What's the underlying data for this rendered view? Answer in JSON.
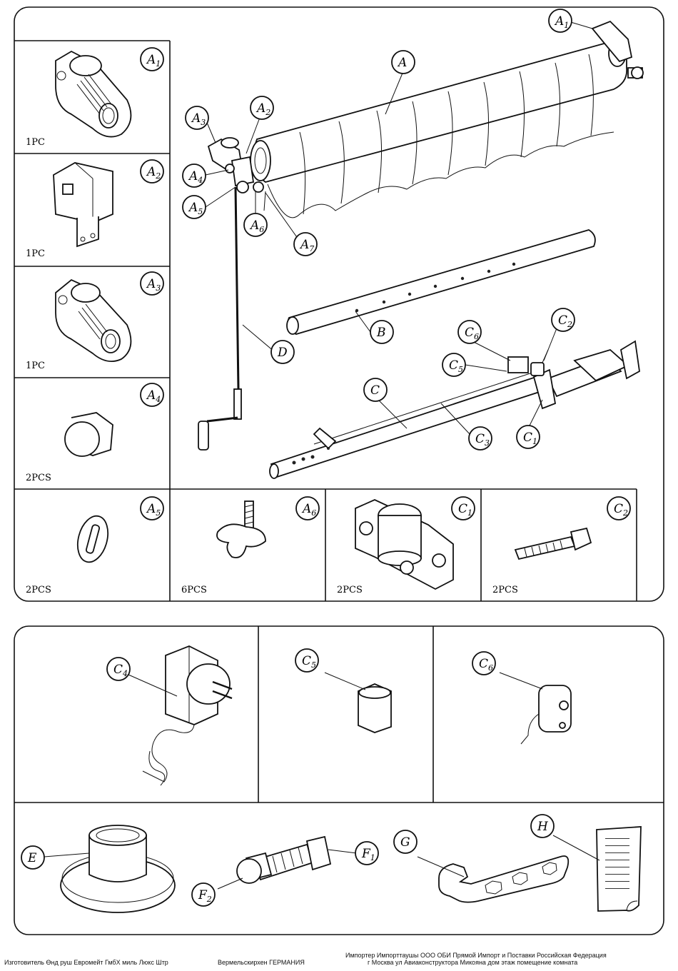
{
  "panels": {
    "a1": {
      "letter": "A",
      "index": "1",
      "qty": "1PC"
    },
    "a2": {
      "letter": "A",
      "index": "2",
      "qty": "1PC"
    },
    "a3": {
      "letter": "A",
      "index": "3",
      "qty": "1PC"
    },
    "a4": {
      "letter": "A",
      "index": "4",
      "qty": "2PCS"
    },
    "a5": {
      "letter": "A",
      "index": "5",
      "qty": "2PCS"
    },
    "a6": {
      "letter": "A",
      "index": "6",
      "qty": "6PCS"
    },
    "c1": {
      "letter": "C",
      "index": "1",
      "qty": "2PCS"
    },
    "c2": {
      "letter": "C",
      "index": "2",
      "qty": "2PCS"
    }
  },
  "callouts": {
    "A": {
      "letter": "A",
      "index": ""
    },
    "A1": {
      "letter": "A",
      "index": "1"
    },
    "A2": {
      "letter": "A",
      "index": "2"
    },
    "A3": {
      "letter": "A",
      "index": "3"
    },
    "A4": {
      "letter": "A",
      "index": "4"
    },
    "A5": {
      "letter": "A",
      "index": "5"
    },
    "A6": {
      "letter": "A",
      "index": "6"
    },
    "A7": {
      "letter": "A",
      "index": "7"
    },
    "B": {
      "letter": "B",
      "index": ""
    },
    "C": {
      "letter": "C",
      "index": ""
    },
    "C1": {
      "letter": "C",
      "index": "1"
    },
    "C2": {
      "letter": "C",
      "index": "2"
    },
    "C3": {
      "letter": "C",
      "index": "3"
    },
    "C5": {
      "letter": "C",
      "index": "5"
    },
    "C6": {
      "letter": "C",
      "index": "6"
    },
    "D": {
      "letter": "D",
      "index": ""
    }
  },
  "lower": {
    "C4": {
      "letter": "C",
      "index": "4"
    },
    "C5": {
      "letter": "C",
      "index": "5"
    },
    "C6": {
      "letter": "C",
      "index": "6"
    },
    "E": {
      "letter": "E",
      "index": ""
    },
    "F1": {
      "letter": "F",
      "index": "1"
    },
    "F2": {
      "letter": "F",
      "index": "2"
    },
    "G": {
      "letter": "G",
      "index": ""
    },
    "H": {
      "letter": "H",
      "index": ""
    }
  },
  "footer": {
    "manufacturer": "Изготовитель Өнд руш Евромейт ГмбХ     миль Люкс Штр",
    "city": "Вермельскирхен  ГЕРМАНИЯ",
    "importer_line1": "Импортер Импорттаушы ООО  ОБИ Прямой Импорт и Поставки     Российская Федерация",
    "importer_line2": "г Москва   ул Авиаконструктора Микояна дом     этаж   помещение   комната"
  }
}
